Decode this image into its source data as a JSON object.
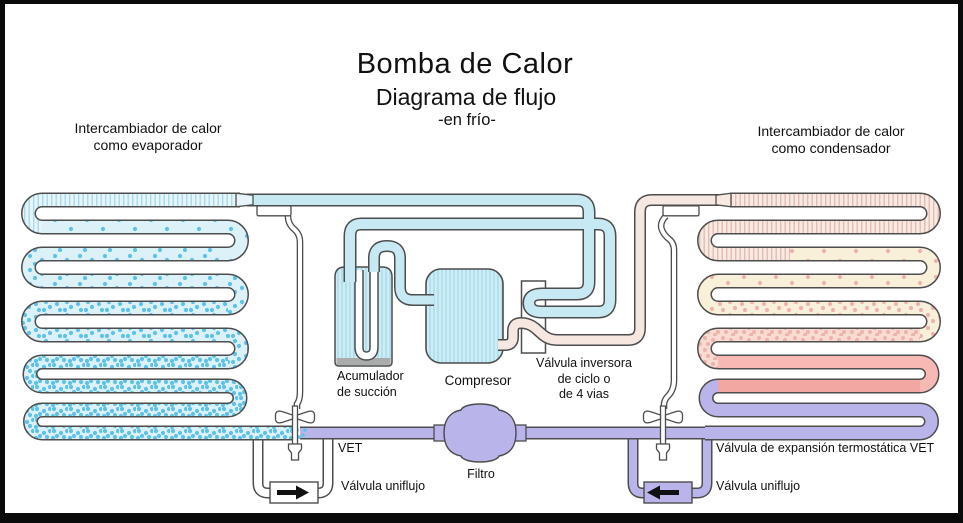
{
  "title": {
    "main": "Bomba de Calor",
    "subtitle": "Diagrama de flujo",
    "mode": "-en frío-"
  },
  "exchangers": {
    "left": {
      "line1": "Intercambiador de calor",
      "line2": "como evaporador"
    },
    "right": {
      "line1": "Intercambiador de calor",
      "line2": "como condensador"
    }
  },
  "components": {
    "accumulator": {
      "line1": "Acumulador",
      "line2": "de succión"
    },
    "compressor": "Compresor",
    "reversing_valve": {
      "line1": "Válvula inversora",
      "line2": "de ciclo o",
      "line3": "de 4 vias"
    },
    "vet_left": "VET",
    "check_valve_left": "Válvula uniflujo",
    "filter": "Filtro",
    "vet_right": "Válvula de expansión termostática VET",
    "check_valve_right": "Válvula uniflujo"
  },
  "colors": {
    "outline": "#4d4d4d",
    "cold_pipe": "#c6e9f4",
    "cold_hatch_bg": "#e6f5fa",
    "cold_hatch_line": "#a9d9ea",
    "cold_dot": "#5ec2e9",
    "cold_dot_bg": "#ddf1f9",
    "body_fill": "#cdedf6",
    "body_hatch_line": "#a3d7e8",
    "hot_pipe": "#f6e8e1",
    "hot_hatch_bg": "#f8eae3",
    "hot_hatch_line": "#e2bcb1",
    "cream": "#f9f0da",
    "warm_dot": "#efb2ac",
    "warm_mix": "#f8dcd2",
    "pink": "#f6b9b4",
    "pink_deep": "#f3a7a3",
    "liquid_purple": "#b9b5ea",
    "white_pipe": "#ffffff",
    "arrow_black": "#111111",
    "border": "#0a0a0a",
    "text": "#111111"
  }
}
